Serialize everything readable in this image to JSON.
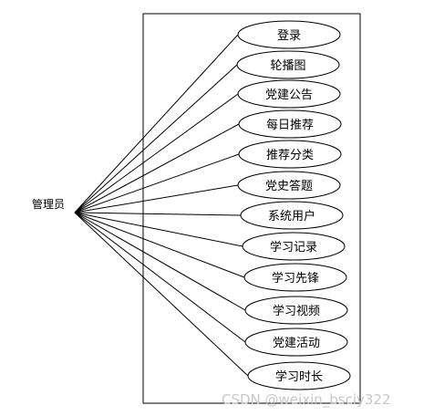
{
  "actor": {
    "label": "管理员"
  },
  "use_cases": [
    {
      "label": "登录"
    },
    {
      "label": "轮播图"
    },
    {
      "label": "党建公告"
    },
    {
      "label": "每日推荐"
    },
    {
      "label": "推荐分类"
    },
    {
      "label": "党史答题"
    },
    {
      "label": "系统用户"
    },
    {
      "label": "学习记录"
    },
    {
      "label": "学习先锋"
    },
    {
      "label": "学习视频"
    },
    {
      "label": "党建活动"
    },
    {
      "label": "学习时长"
    }
  ],
  "watermark": {
    "text": "CSDN @weixin_bsciy322"
  },
  "colors": {
    "line": "#000000",
    "background": "#ffffff",
    "watermark": "#c8c8c8"
  }
}
